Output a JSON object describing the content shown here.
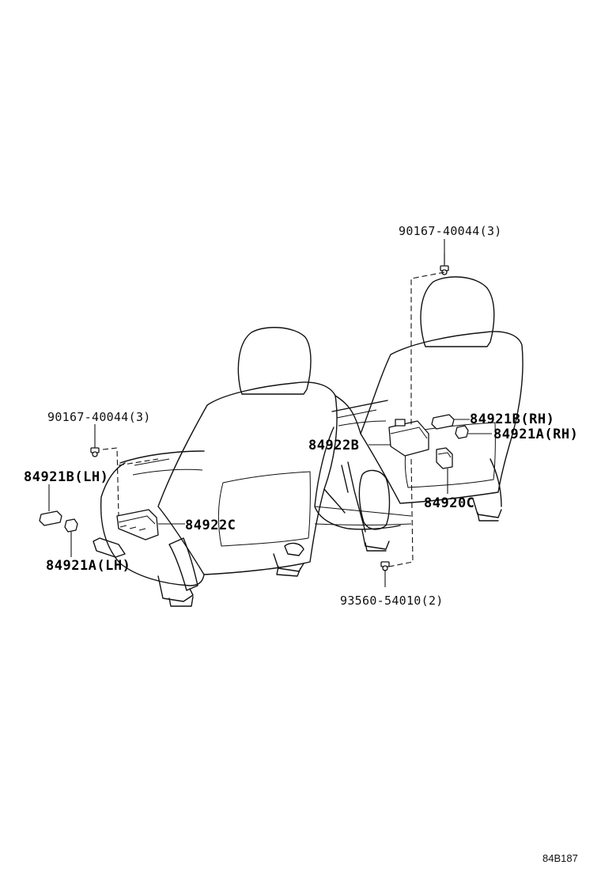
{
  "callouts": {
    "screw_right": "90167-40044(3)",
    "screw_left": "90167-40044(3)",
    "cover_b_rh": "84921B(RH)",
    "cover_a_rh": "84921A(RH)",
    "cover_b_lh": "84921B(LH)",
    "cover_a_lh": "84921A(LH)",
    "switch_b": "84922B",
    "switch_c": "84922C",
    "switch_c_right": "84920C",
    "screw_bottom": "93560-54010(2)"
  },
  "reference_code": "84B187"
}
